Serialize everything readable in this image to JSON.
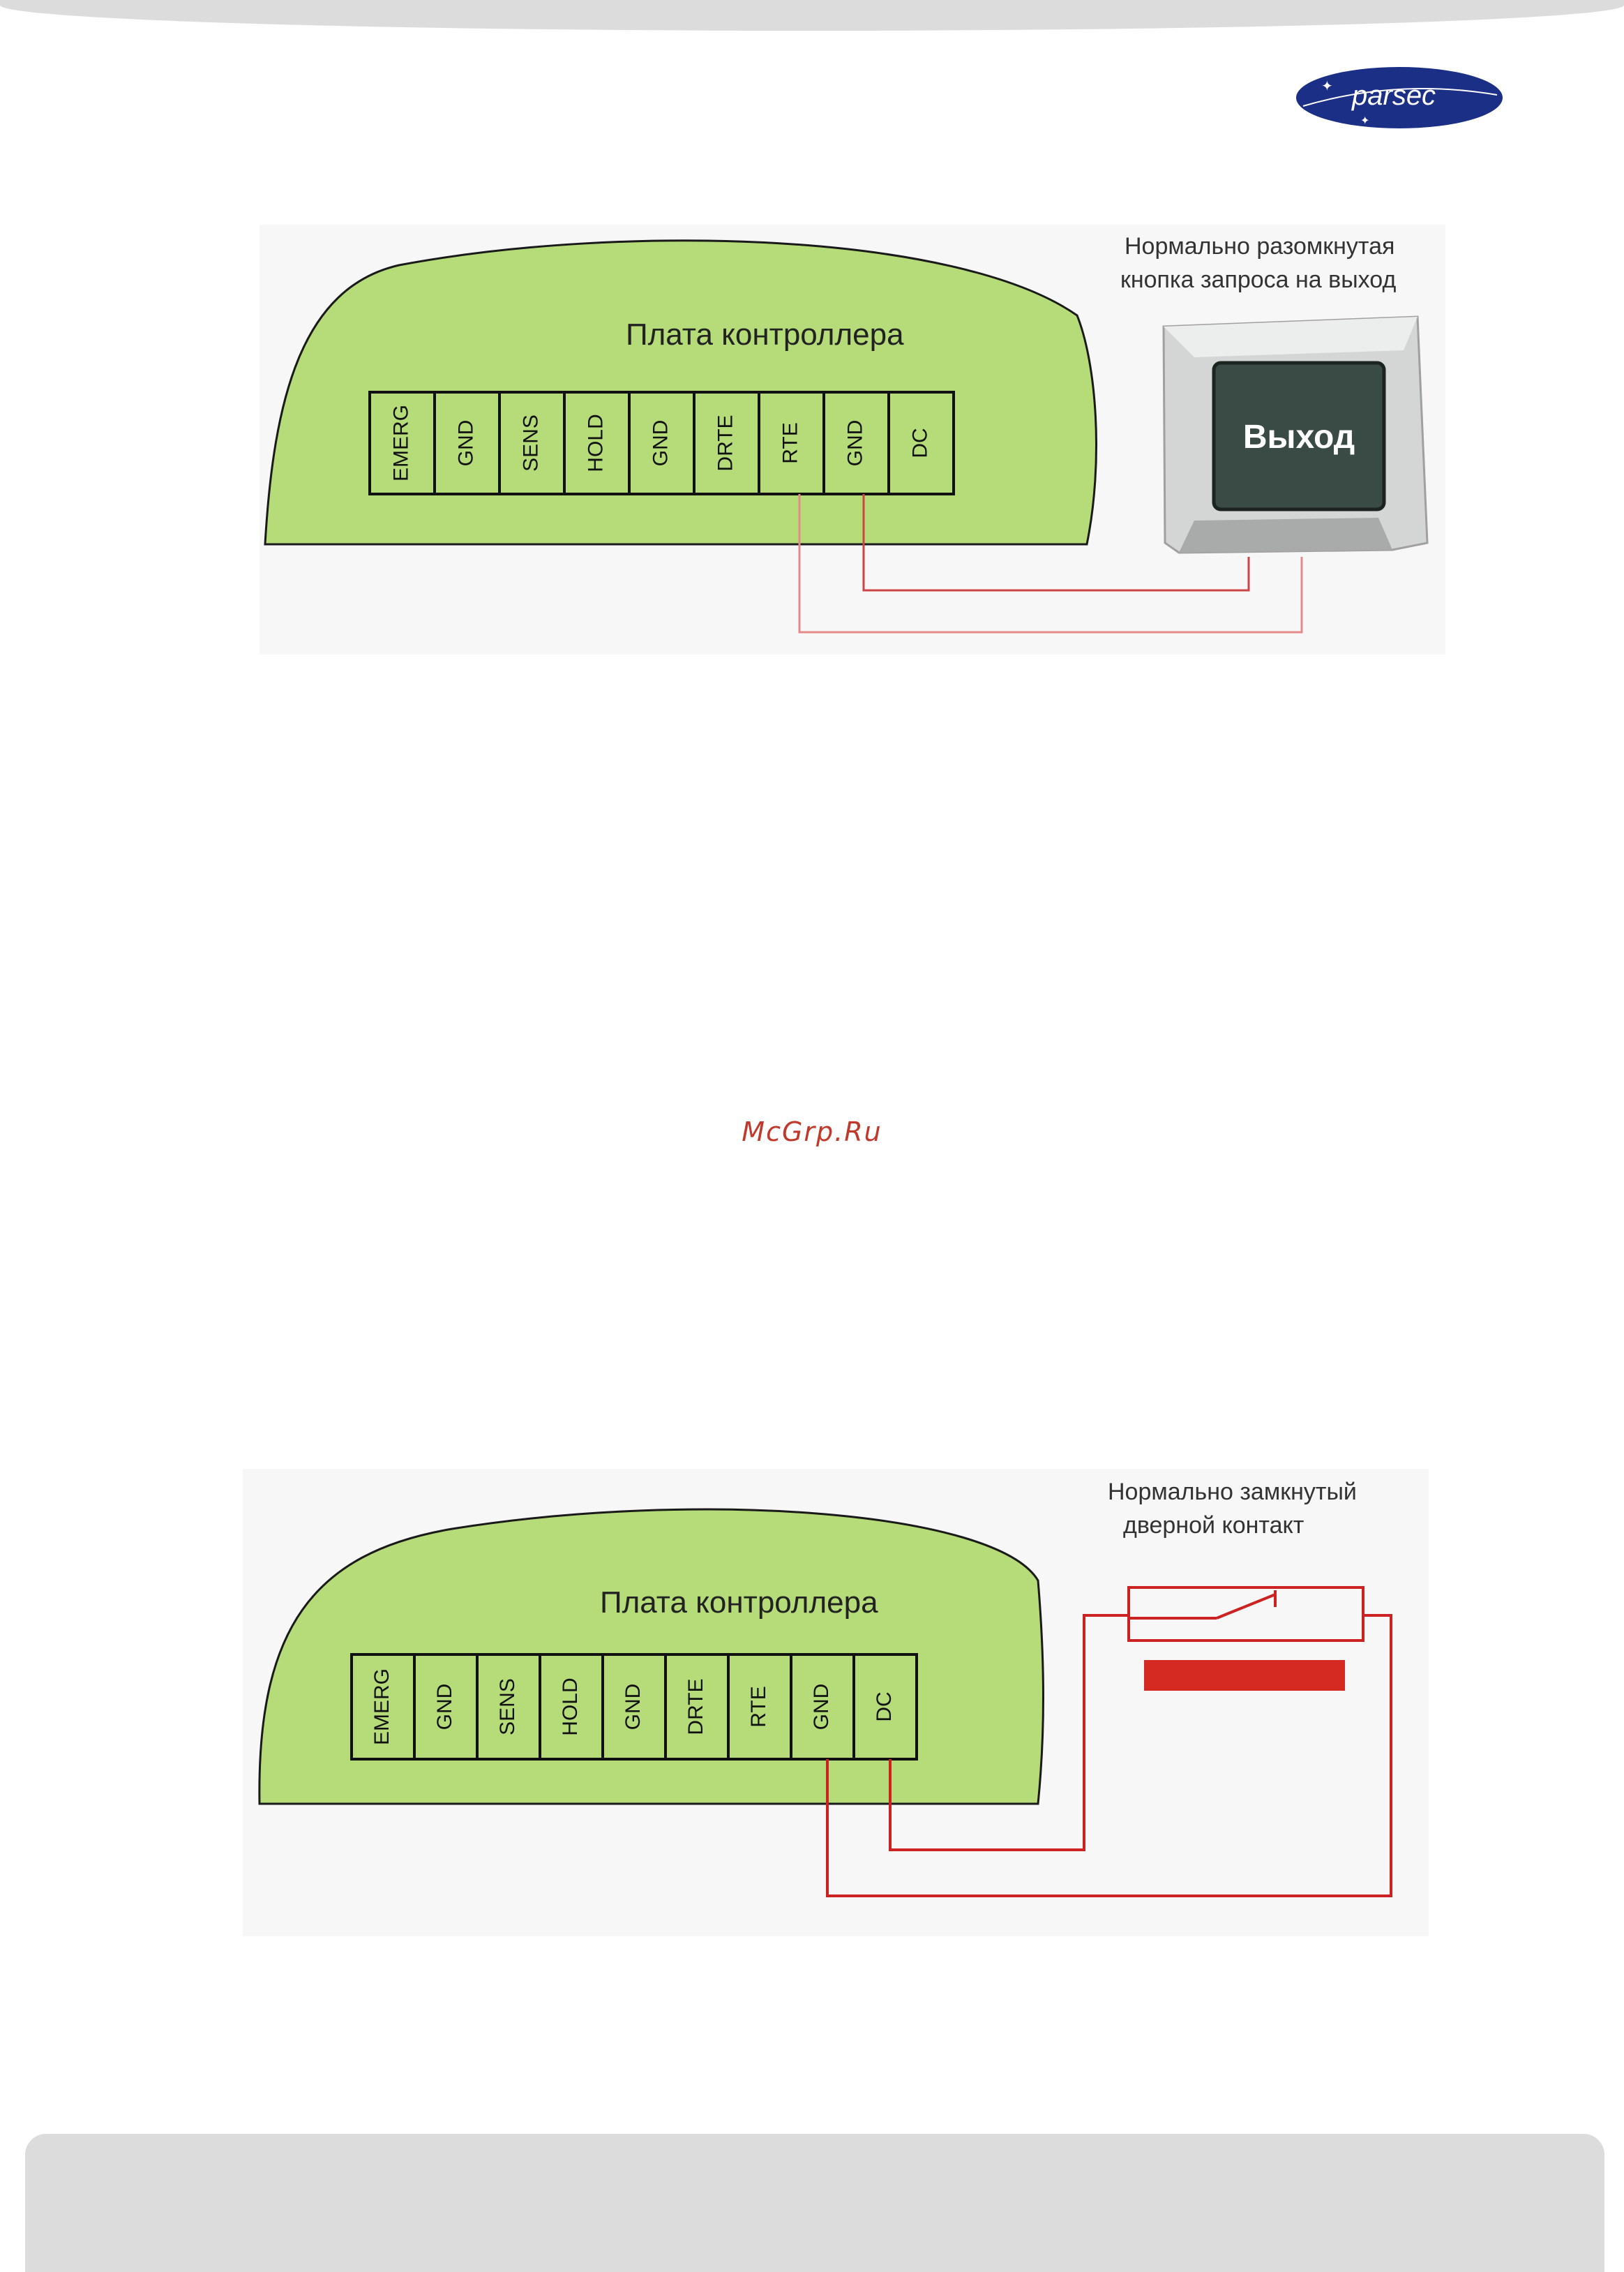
{
  "brand": {
    "logo_text": "parsec",
    "logo_color": "#1b2f86"
  },
  "colors": {
    "board_fill": "#b5dc79",
    "board_stroke": "#1a1a1a",
    "wire_light": "#e58a8a",
    "wire_dark": "#cc2222",
    "contact_bar": "#d42a22",
    "button_face": "#3a4a44"
  },
  "diagram_1": {
    "caption_line1": "Нормально разомкнутая",
    "caption_line2": "кнопка запроса на выход",
    "board_title": "Плата контроллера",
    "terminals": [
      "EMERG",
      "GND",
      "SENS",
      "HOLD",
      "GND",
      "DRTE",
      "RTE",
      "GND",
      "DC"
    ],
    "button_label": "Выход"
  },
  "diagram_2": {
    "caption_line1": "Нормально замкнутый",
    "caption_line2": "дверной контакт",
    "board_title": "Плата контроллера",
    "terminals": [
      "EMERG",
      "GND",
      "SENS",
      "HOLD",
      "GND",
      "DRTE",
      "RTE",
      "GND",
      "DC"
    ]
  },
  "watermark": "McGrp.Ru"
}
